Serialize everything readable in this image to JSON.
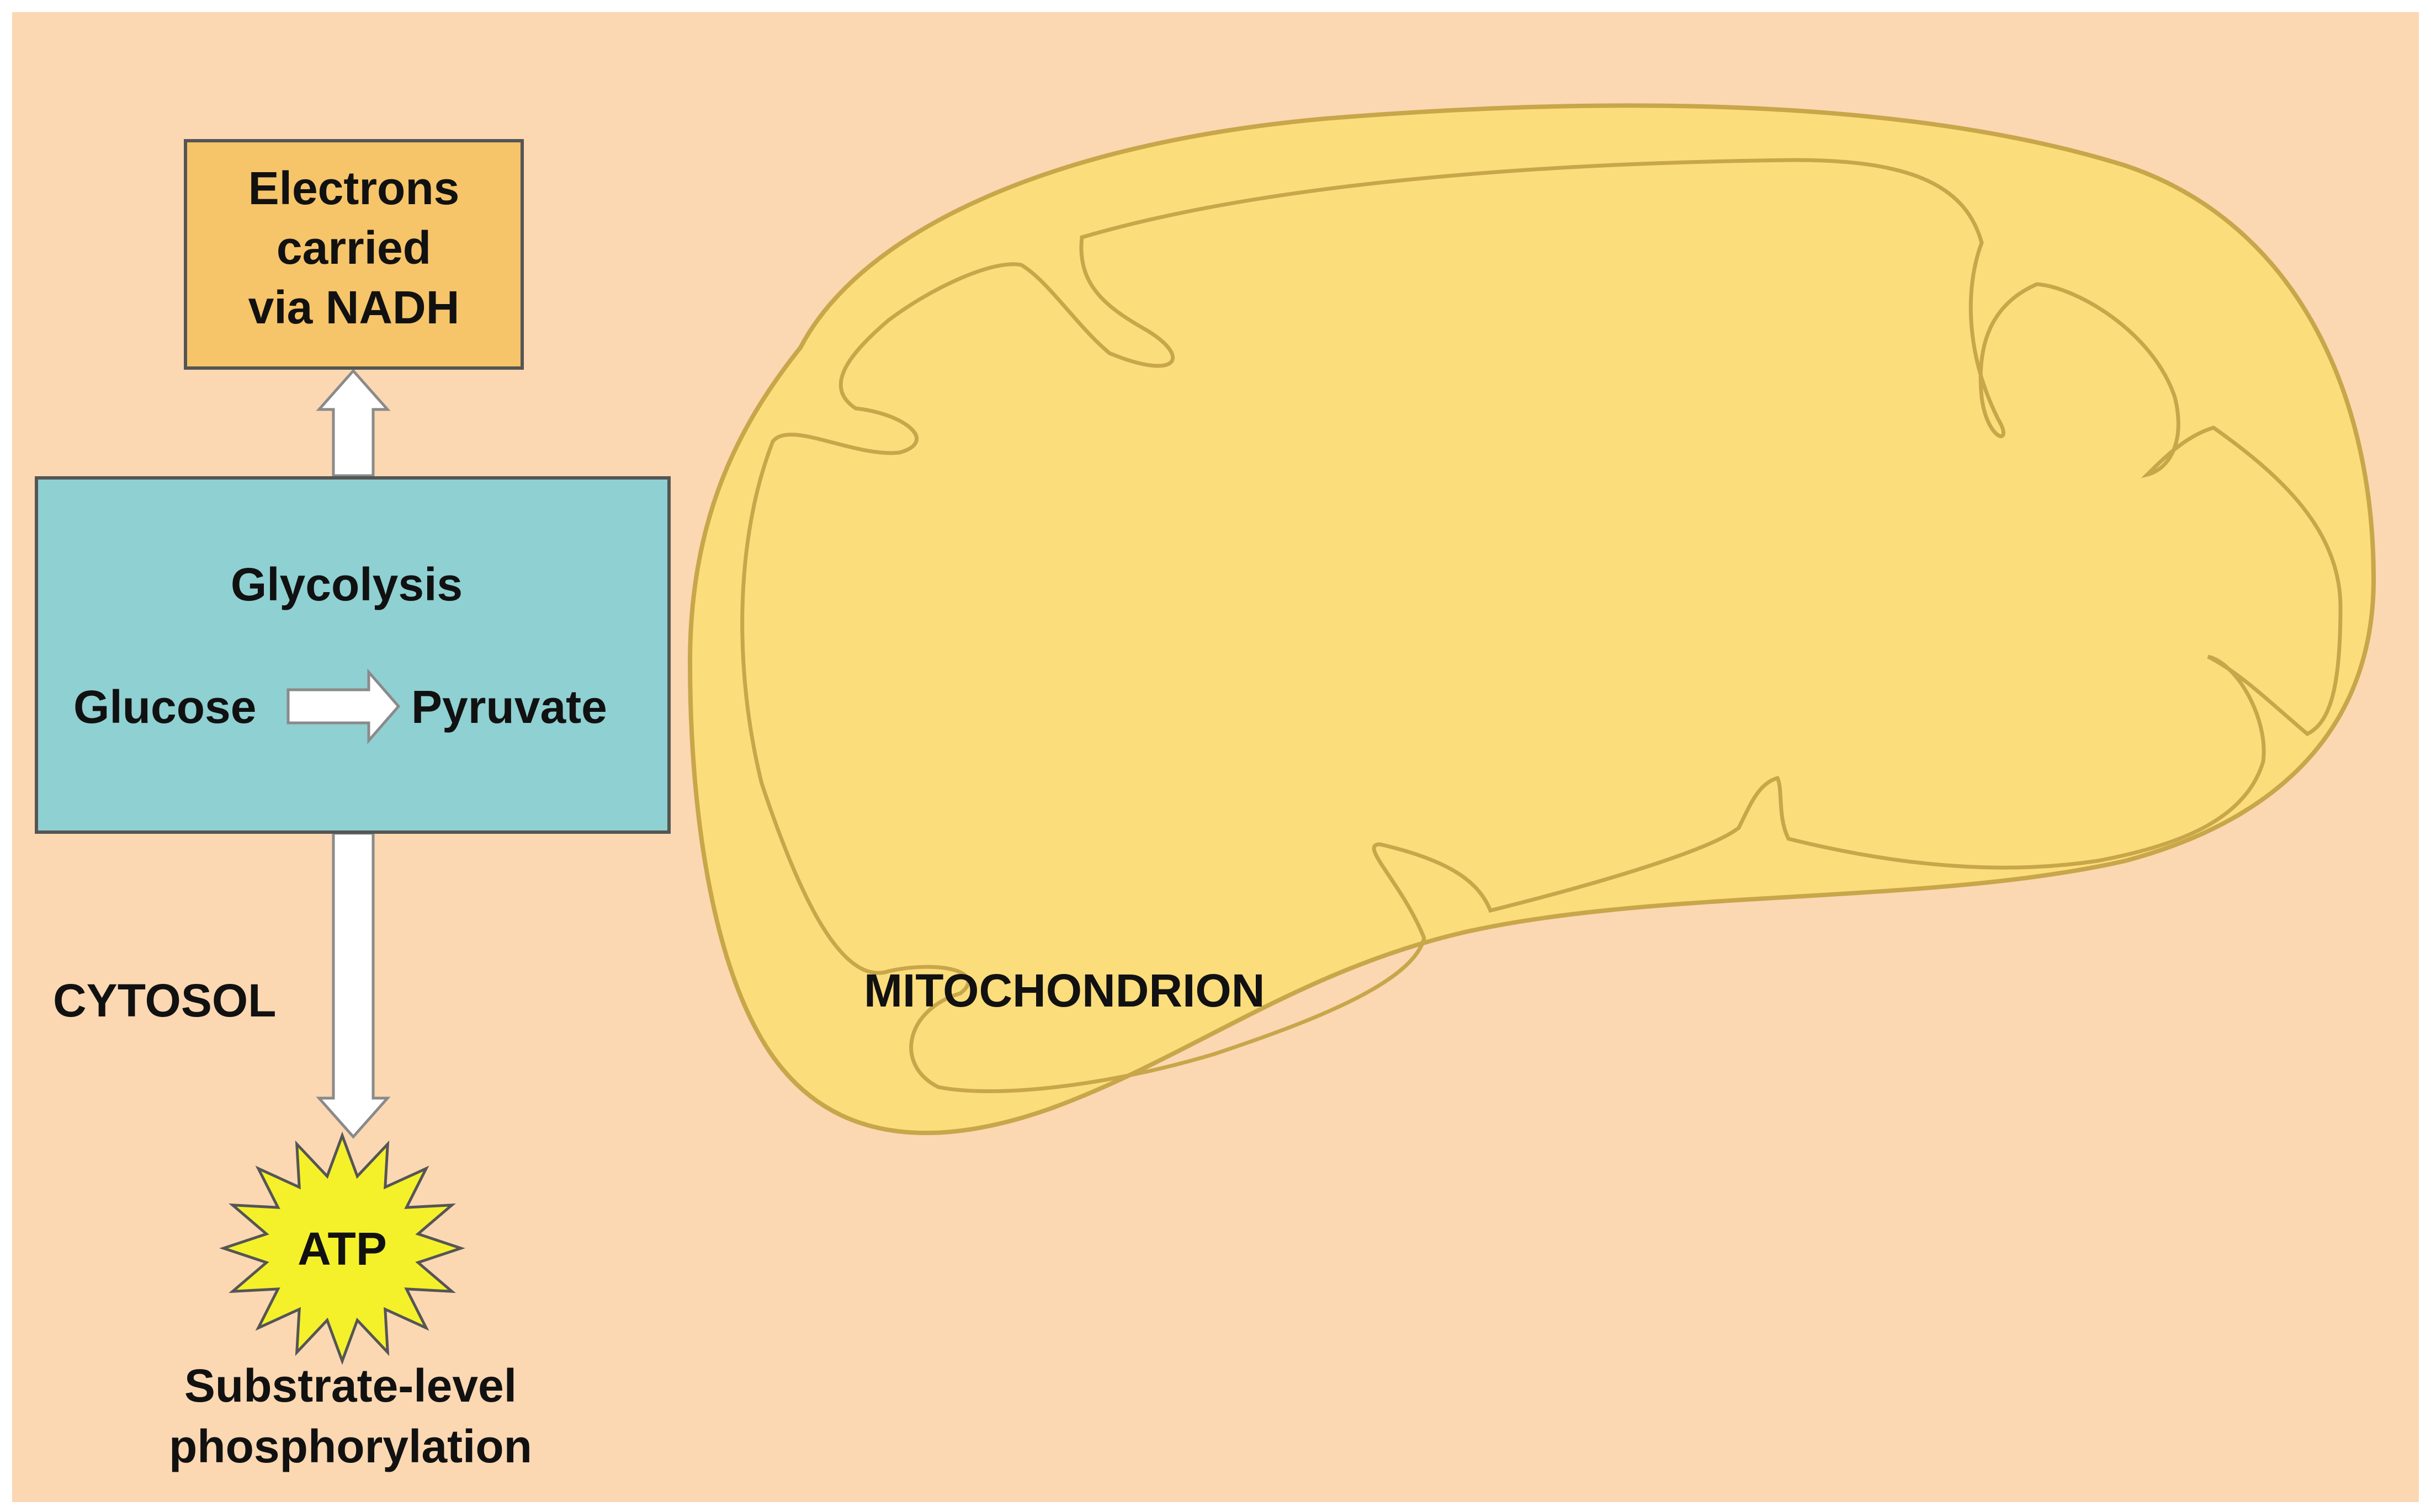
{
  "colors": {
    "page_border": "#ffffff",
    "cytosol_background": "#fbd8b2",
    "electrons_box_fill": "#f6c469",
    "glycolysis_box_fill": "#8fd0d2",
    "mitochondrion_fill": "#fcdd7c",
    "mitochondrion_outline": "#c8a64a",
    "arrow_fill": "#ffffff",
    "atp_burst_fill": "#f4f12a",
    "box_outline": "#555555"
  },
  "electrons_box": {
    "line1": "Electrons",
    "line2": "carried",
    "line3": "via NADH"
  },
  "glycolysis_box": {
    "title": "Glycolysis",
    "input": "Glucose",
    "output": "Pyruvate"
  },
  "labels": {
    "cytosol": "CYTOSOL",
    "mitochondrion": "MITOCHONDRION"
  },
  "atp": {
    "label": "ATP",
    "caption_line1": "Substrate-level",
    "caption_line2": "phosphorylation"
  }
}
